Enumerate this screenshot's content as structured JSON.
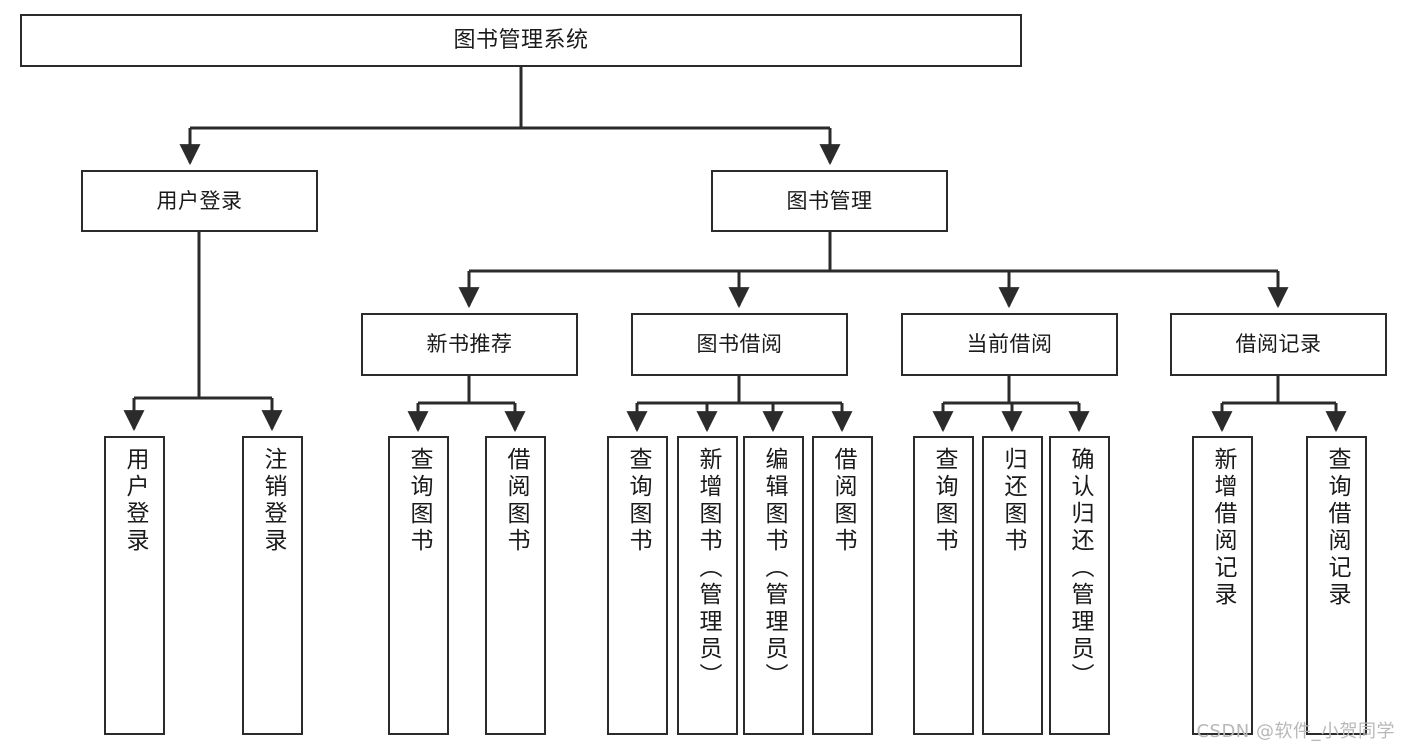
{
  "diagram": {
    "title": "图书管理系统",
    "type": "hierarchy-tree",
    "orientation": "top-down",
    "colors": {
      "node_border": "#2b2b2b",
      "node_fill": "#ffffff",
      "connector": "#2b2b2b",
      "text": "#1a1a1a",
      "background": "#ffffff",
      "watermark": "#b8b8b8"
    }
  },
  "nodes": {
    "root": {
      "label": "图书管理系统"
    },
    "level1": [
      {
        "id": "user-login",
        "label": "用户登录"
      },
      {
        "id": "book-management",
        "label": "图书管理"
      }
    ],
    "level2": [
      {
        "id": "new-book-recommend",
        "label": "新书推荐"
      },
      {
        "id": "book-borrow",
        "label": "图书借阅"
      },
      {
        "id": "current-borrow",
        "label": "当前借阅"
      },
      {
        "id": "borrow-record",
        "label": "借阅记录"
      }
    ],
    "leaves": {
      "user_login": [
        {
          "id": "leaf-user-login",
          "label": "用户登录"
        },
        {
          "id": "leaf-logout-login",
          "label": "注销登录"
        }
      ],
      "new_book_recommend": [
        {
          "id": "leaf-query-book-1",
          "label": "查询图书"
        },
        {
          "id": "leaf-borrow-book-1",
          "label": "借阅图书"
        }
      ],
      "book_borrow": [
        {
          "id": "leaf-query-book-2",
          "label": "查询图书"
        },
        {
          "id": "leaf-add-book",
          "label": "新增图书（管理员）"
        },
        {
          "id": "leaf-edit-book",
          "label": "编辑图书（管理员）"
        },
        {
          "id": "leaf-borrow-book-2",
          "label": "借阅图书"
        }
      ],
      "current_borrow": [
        {
          "id": "leaf-query-book-3",
          "label": "查询图书"
        },
        {
          "id": "leaf-return-book",
          "label": "归还图书"
        },
        {
          "id": "leaf-confirm-return",
          "label": "确认归还（管理员）"
        }
      ],
      "borrow_record": [
        {
          "id": "leaf-add-record",
          "label": "新增借阅记录"
        },
        {
          "id": "leaf-query-record",
          "label": "查询借阅记录"
        }
      ]
    }
  },
  "watermark": {
    "text": "CSDN @软件_小贺同学"
  }
}
